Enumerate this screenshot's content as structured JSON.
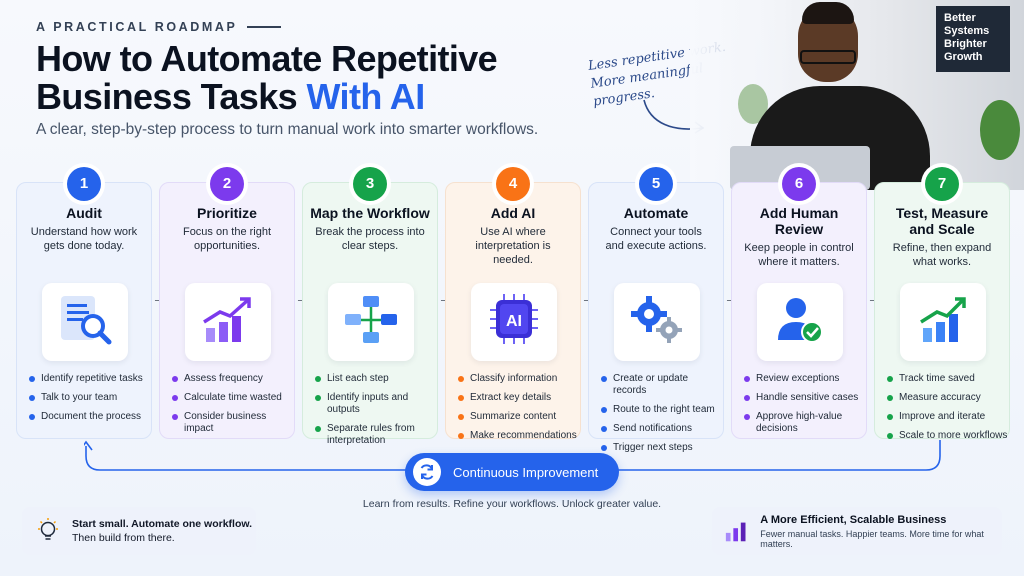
{
  "header": {
    "eyebrow": "A PRACTICAL ROADMAP",
    "title_line1": "How to Automate Repetitive",
    "title_line2_plain": "Business Tasks ",
    "title_line2_accent": "With AI",
    "subtitle": "A clear, step-by-step process to turn manual work into smarter workflows.",
    "note_line1": "Less repetitive work.",
    "note_line2": "More meaningful progress."
  },
  "photo": {
    "poster_line1": "Better",
    "poster_line2": "Systems",
    "poster_line3": "Brighter",
    "poster_line4": "Growth"
  },
  "steps": [
    {
      "num": "1",
      "title": "Audit",
      "desc": "Understand how work gets done today.",
      "color": "#2563eb",
      "bg": "#eef3fd",
      "border": "#d8e3f8",
      "icon": "audit-document-search-icon",
      "bullets": [
        "Identify repetitive tasks",
        "Talk to your team",
        "Document the process"
      ]
    },
    {
      "num": "2",
      "title": "Prioritize",
      "desc": "Focus on the right opportunities.",
      "color": "#7c3aed",
      "bg": "#f3f0fd",
      "border": "#e2dbf8",
      "icon": "growth-chart-icon",
      "bullets": [
        "Assess frequency",
        "Calculate time wasted",
        "Consider business impact"
      ]
    },
    {
      "num": "3",
      "title": "Map the Workflow",
      "desc": "Break the process into clear steps.",
      "color": "#16a34a",
      "bg": "#eef8f2",
      "border": "#d5ecdd",
      "icon": "flowchart-icon",
      "bullets": [
        "List each step",
        "Identify inputs and outputs",
        "Separate rules from interpretation"
      ]
    },
    {
      "num": "4",
      "title": "Add AI",
      "desc": "Use AI where interpretation is needed.",
      "color": "#f97316",
      "bg": "#fdf3ea",
      "border": "#f6e1cf",
      "icon": "ai-chip-icon",
      "bullets": [
        "Classify information",
        "Extract key details",
        "Summarize content",
        "Make recommendations"
      ]
    },
    {
      "num": "5",
      "title": "Automate",
      "desc": "Connect your tools and execute actions.",
      "color": "#2563eb",
      "bg": "#eef3fd",
      "border": "#d8e3f8",
      "icon": "gears-icon",
      "bullets": [
        "Create or update records",
        "Route to the right team",
        "Send notifications",
        "Trigger next steps"
      ]
    },
    {
      "num": "6",
      "title": "Add Human Review",
      "desc": "Keep people in control where it matters.",
      "color": "#7c3aed",
      "bg": "#f3f0fd",
      "border": "#e2dbf8",
      "icon": "user-check-icon",
      "bullets": [
        "Review exceptions",
        "Handle sensitive cases",
        "Approve high-value decisions"
      ]
    },
    {
      "num": "7",
      "title": "Test, Measure and Scale",
      "desc": "Refine, then expand what works.",
      "color": "#16a34a",
      "bg": "#eef8f2",
      "border": "#d5ecdd",
      "icon": "growth-bars-icon",
      "bullets": [
        "Track time saved",
        "Measure accuracy",
        "Improve and iterate",
        "Scale to more workflows"
      ]
    }
  ],
  "loop": {
    "label": "Continuous Improvement",
    "caption": "Learn from results. Refine your workflows. Unlock greater value."
  },
  "tip": {
    "line1": "Start small. Automate one workflow.",
    "line2": "Then build from there."
  },
  "result": {
    "title": "A More Efficient, Scalable Business",
    "sub": "Fewer manual tasks. Happier teams. More time for what matters."
  }
}
